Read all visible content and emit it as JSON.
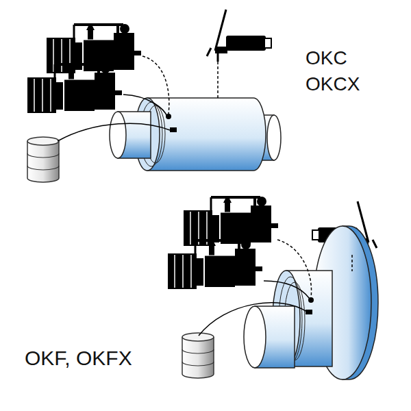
{
  "diagram": {
    "labels": [
      "OKC",
      "OKCX",
      "OKF, OKFX"
    ]
  }
}
